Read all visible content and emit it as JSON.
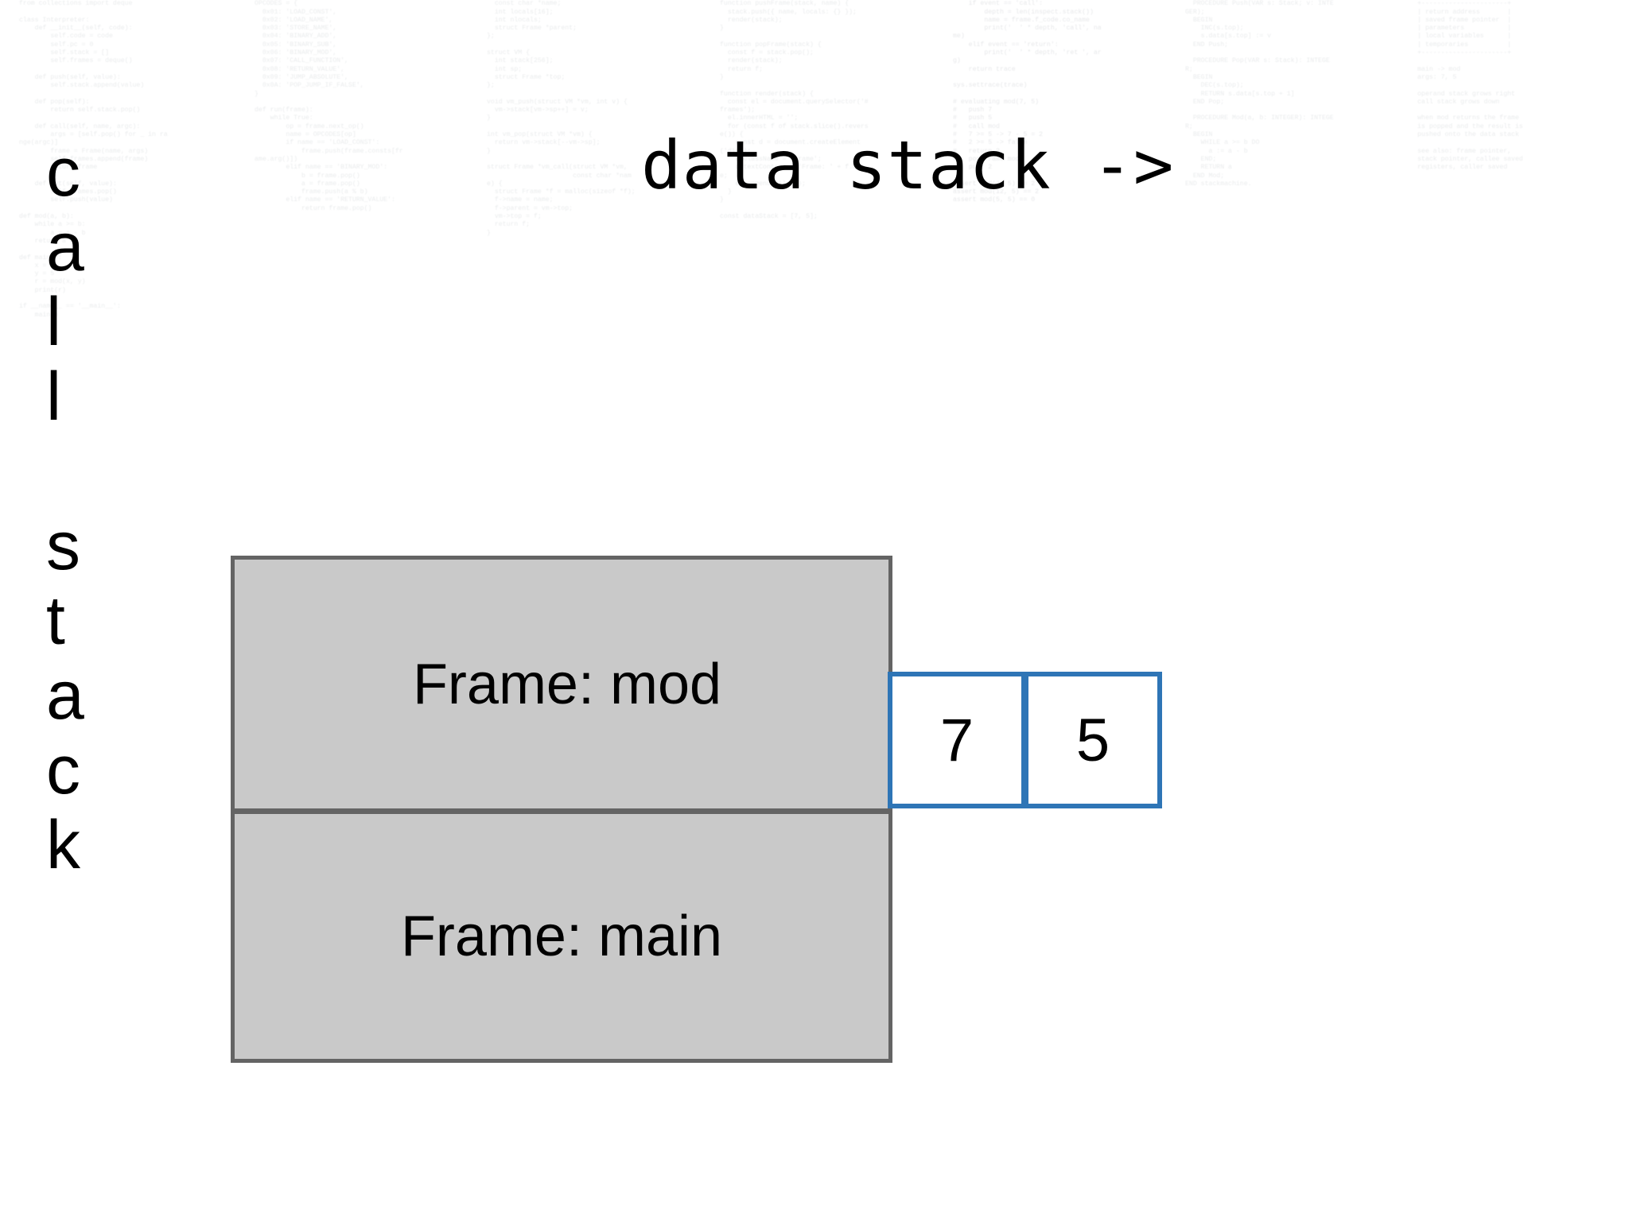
{
  "labels": {
    "call_stack_vertical": [
      "c",
      "a",
      "l",
      "l",
      " ",
      "s",
      "t",
      "a",
      "c",
      "k"
    ],
    "data_stack_heading": "data stack ->"
  },
  "call_stack": {
    "frames": [
      {
        "label": "Frame: mod"
      },
      {
        "label": "Frame: main"
      }
    ]
  },
  "data_stack": {
    "cells": [
      {
        "value": "7"
      },
      {
        "value": "5"
      }
    ]
  },
  "colors": {
    "frame_fill": "#c9c9c9",
    "frame_border": "#646464",
    "data_cell_border": "#2e75b6",
    "data_cell_fill": "#ffffff",
    "text": "#000000",
    "background": "#ffffff",
    "watermark_text": "rgba(120,128,138,0.16)"
  },
  "background_watermark": {
    "columns": [
      "import sys\nfrom collections import deque\n\nclass Interpreter:\n    def __init__(self, code):\n        self.code = code\n        self.pc = 0\n        self.stack = []\n        self.frames = deque()\n\n    def push(self, value):\n        self.stack.append(value)\n\n    def pop(self):\n        return self.stack.pop()\n\n    def call(self, name, argc):\n        args = [self.pop() for _ in range(argc)]\n        frame = Frame(name, args)\n        self.frames.append(frame)\n        return frame\n\n    def ret(self, value):\n        self.frames.pop()\n        self.push(value)\n\ndef mod(a, b):\n    while a >= b:\n        a = a - b\n    return a\n\ndef main():\n    x = 7\n    y = 5\n    r = mod(x, y)\n    print(r)\n\nif __name__ == '__main__':\n    main()\n",
      "# bytecode dispatch loop\nOPCODES = {\n  0x01: 'LOAD_CONST',\n  0x02: 'LOAD_NAME',\n  0x03: 'STORE_NAME',\n  0x04: 'BINARY_ADD',\n  0x05: 'BINARY_SUB',\n  0x06: 'BINARY_MOD',\n  0x07: 'CALL_FUNCTION',\n  0x08: 'RETURN_VALUE',\n  0x09: 'JUMP_ABSOLUTE',\n  0x0A: 'POP_JUMP_IF_FALSE',\n}\n\ndef run(frame):\n    while True:\n        op = frame.next_op()\n        name = OPCODES[op]\n        if name == 'LOAD_CONST':\n            frame.push(frame.consts[frame.arg()])\n        elif name == 'BINARY_MOD':\n            b = frame.pop()\n            a = frame.pop()\n            frame.push(a % b)\n        elif name == 'RETURN_VALUE':\n            return frame.pop()\n",
      "struct Frame {\n  const char *name;\n  int locals[16];\n  int nlocals;\n  struct Frame *parent;\n};\n\nstruct VM {\n  int stack[256];\n  int sp;\n  struct Frame *top;\n};\n\nvoid vm_push(struct VM *vm, int v) {\n  vm->stack[vm->sp++] = v;\n}\n\nint vm_pop(struct VM *vm) {\n  return vm->stack[--vm->sp];\n}\n\nstruct Frame *vm_call(struct VM *vm,\n                      const char *name) {\n  struct Frame *f = malloc(sizeof *f);\n  f->name = name;\n  f->parent = vm->top;\n  vm->top = f;\n  return f;\n}\n",
      "// call stack visualisation helper\nfunction pushFrame(stack, name) {\n  stack.push({ name, locals: {} });\n  render(stack);\n}\n\nfunction popFrame(stack) {\n  const f = stack.pop();\n  render(stack);\n  return f;\n}\n\nfunction render(stack) {\n  const el = document.querySelector('#frames');\n  el.innerHTML = '';\n  for (const f of stack.slice().reverse()) {\n    const d = document.createElement('div');\n    d.className = 'frame';\n    d.textContent = 'Frame: ' + f.name;\n    el.appendChild(d);\n  }\n}\n\nconst dataStack = [7, 5];\n",
      "def trace(frame, event, arg):\n    if event == 'call':\n        depth = len(inspect.stack())\n        name = frame.f_code.co_name\n        print('  ' * depth, 'call', name)\n    elif event == 'return':\n        print('  ' * depth, 'ret ', arg)\n    return trace\n\nsys.settrace(trace)\n\n# evaluating mod(7, 5)\n#   push 7\n#   push 5\n#   call mod\n#   7 >= 5 -> 7 - 5 = 2\n#   2 >= 5 -> false\n#   return 2\n#   pop frame mod\n#   push 2\n\nassert mod(7, 5) == 2\nassert mod(12, 5) == 2\nassert mod(5, 5) == 0\n",
      "MODULE stackmachine\n  PROCEDURE Push(VAR s: Stack; v: INTEGER);\n  BEGIN\n    INC(s.top);\n    s.data[s.top] := v\n  END Push;\n\n  PROCEDURE Pop(VAR s: Stack): INTEGER;\n  BEGIN\n    DEC(s.top);\n    RETURN s.data[s.top + 1]\n  END Pop;\n\n  PROCEDURE Mod(a, b: INTEGER): INTEGER;\n  BEGIN\n    WHILE a >= b DO\n      a := a - b\n    END;\n    RETURN a\n  END Mod;\nEND stackmachine.\n",
      "activation record layout\n+----------------------+\n| return address       |\n| saved frame pointer  |\n| parameters           |\n| local variables      |\n| temporaries          |\n+----------------------+\n\nmain -> mod\nargs: 7, 5\n\noperand stack grows right\ncall stack grows down\n\nwhen mod returns the frame\nis popped and the result is\npushed onto the data stack\n\nsee also: frame pointer,\nstack pointer, callee saved\nregisters, caller saved\n"
    ]
  }
}
